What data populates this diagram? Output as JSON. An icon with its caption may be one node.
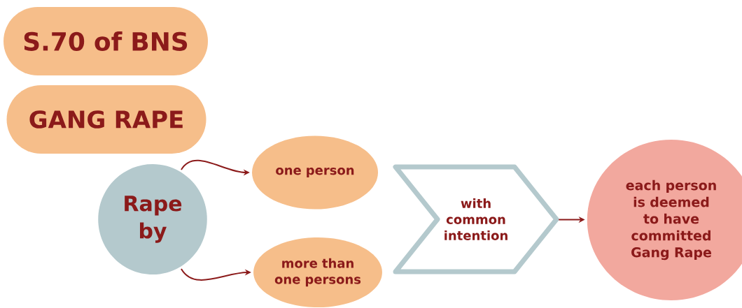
{
  "diagram": {
    "nodes": [
      {
        "text": [
          "S.70 of BNS"
        ]
      },
      {
        "text": [
          "GANG RAPE"
        ]
      },
      {
        "text": [
          "Rape by"
        ]
      },
      {
        "text": [
          "one person"
        ]
      },
      {
        "text": [
          "more than one persons"
        ]
      },
      {
        "text": [
          "with common intention"
        ]
      },
      {
        "text": [
          "each person is deemed to have committed Gang Rape"
        ]
      }
    ],
    "edges": [
      {
        "from": 2,
        "to": 3,
        "arrow": "to"
      },
      {
        "from": 2,
        "to": 4,
        "arrow": "to"
      },
      {
        "from": 5,
        "to": 6,
        "arrow": "to"
      }
    ]
  }
}
